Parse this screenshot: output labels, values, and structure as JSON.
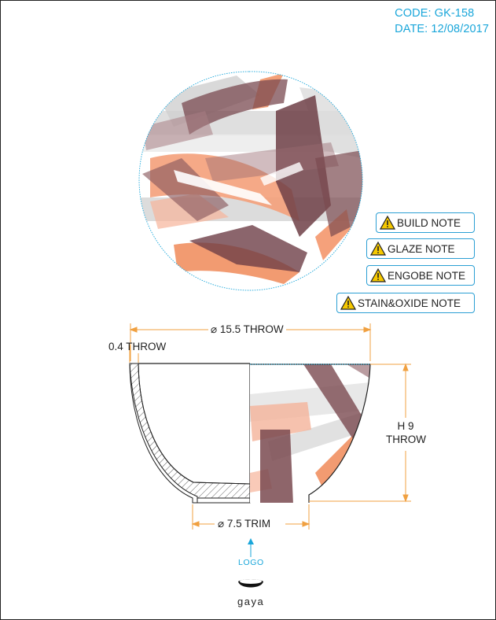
{
  "header": {
    "code": "CODE: GK-158",
    "date": "DATE: 12/08/2017"
  },
  "notes": [
    {
      "label": "BUILD NOTE",
      "icon": "warning-icon"
    },
    {
      "label": "GLAZE NOTE",
      "icon": "warning-icon"
    },
    {
      "label": "ENGOBE NOTE",
      "icon": "warning-icon"
    },
    {
      "label": "STAIN&OXIDE NOTE",
      "icon": "warning-icon"
    }
  ],
  "dimensions": {
    "top_diameter": "⌀ 15.5 THROW",
    "wall_thickness": "0.4 THROW",
    "height_line1": "H 9",
    "height_line2": "THROW",
    "foot_diameter": "⌀ 7.5 TRIM"
  },
  "logo": {
    "label": "LOGO",
    "brand": "gaya"
  },
  "colors": {
    "accent": "#19a6da",
    "dimension": "#f0a040",
    "brown": "#7a4a50",
    "orange": "#f28a5a",
    "grey": "#d8d8d8"
  }
}
